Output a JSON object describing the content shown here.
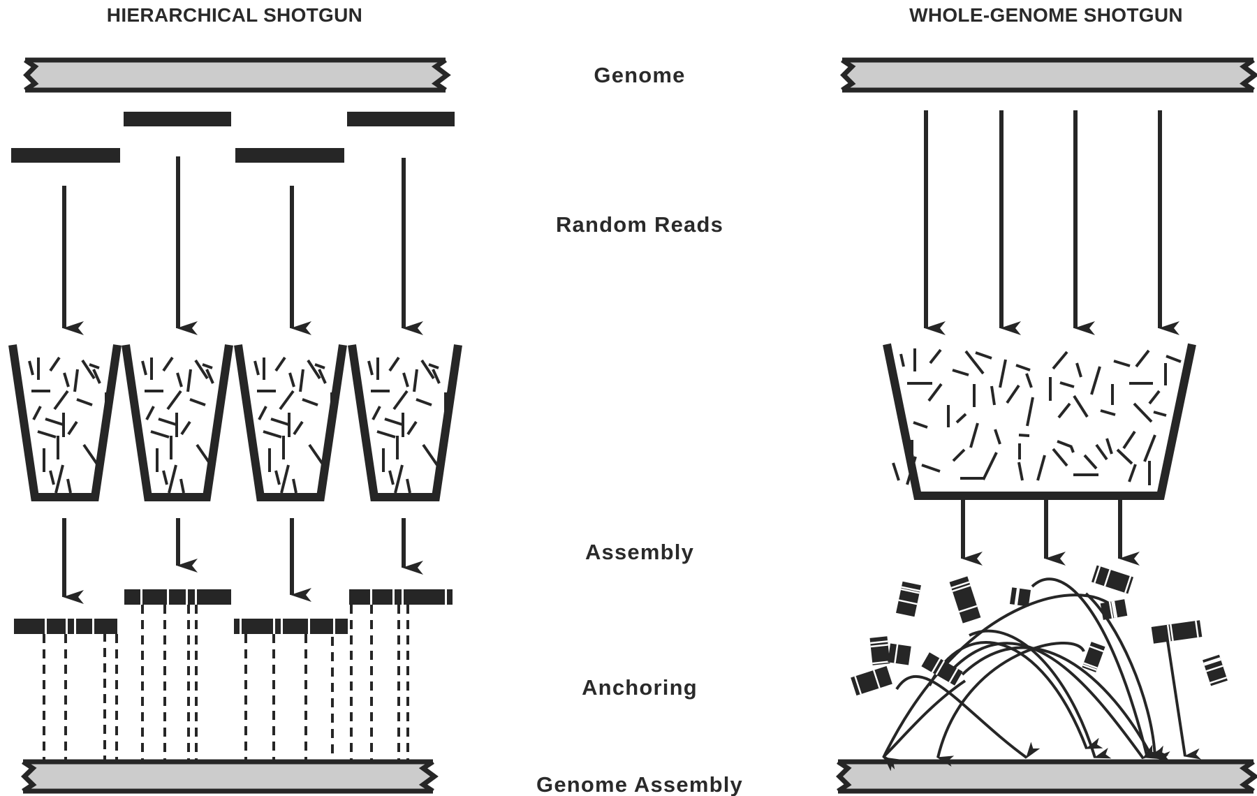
{
  "left_panel": {
    "title": "HIERARCHICAL SHOTGUN",
    "clone_count": 4,
    "bucket_count": 4
  },
  "right_panel": {
    "title": "WHOLE-GENOME SHOTGUN",
    "bucket_count": 1,
    "read_arrow_count": 4,
    "assembly_arrow_count": 3
  },
  "stages": [
    {
      "key": "genome",
      "label": "Genome"
    },
    {
      "key": "random_reads",
      "label": "Random Reads"
    },
    {
      "key": "assembly",
      "label": "Assembly"
    },
    {
      "key": "anchoring",
      "label": "Anchoring"
    },
    {
      "key": "genome_assembly",
      "label": "Genome Assembly"
    }
  ],
  "colors": {
    "ink": "#262626",
    "genome_fill": "#cccccc",
    "background": "#ffffff"
  }
}
